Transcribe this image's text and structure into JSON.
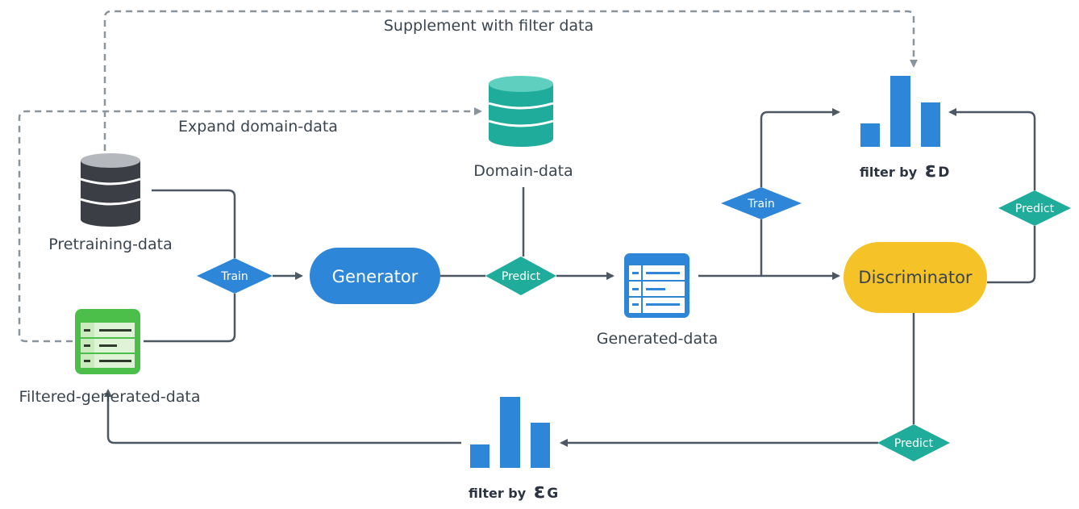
{
  "labels": {
    "supplement": "Supplement with filter data",
    "expand": "Expand domain-data",
    "domain_data": "Domain-data",
    "pretraining_data": "Pretraining-data",
    "filtered_generated_data": "Filtered-generated-data",
    "generated_data": "Generated-data"
  },
  "nodes": {
    "generator": "Generator",
    "discriminator": "Discriminator"
  },
  "diamonds": {
    "train_left": "Train",
    "predict_mid": "Predict",
    "train_right": "Train",
    "predict_right": "Predict",
    "predict_bottom": "Predict"
  },
  "filters": {
    "top_prefix": "filter by ",
    "top_symbol": "ε",
    "top_sub": "D",
    "bottom_prefix": "filter by ",
    "bottom_symbol": "ε",
    "bottom_sub": "G"
  },
  "colors": {
    "blue": "#2e86d9",
    "teal": "#1fac9b",
    "yellow": "#f5c227",
    "green": "#4cbf4a",
    "dark_db": "#3b3f45",
    "line": "#4d5863"
  }
}
